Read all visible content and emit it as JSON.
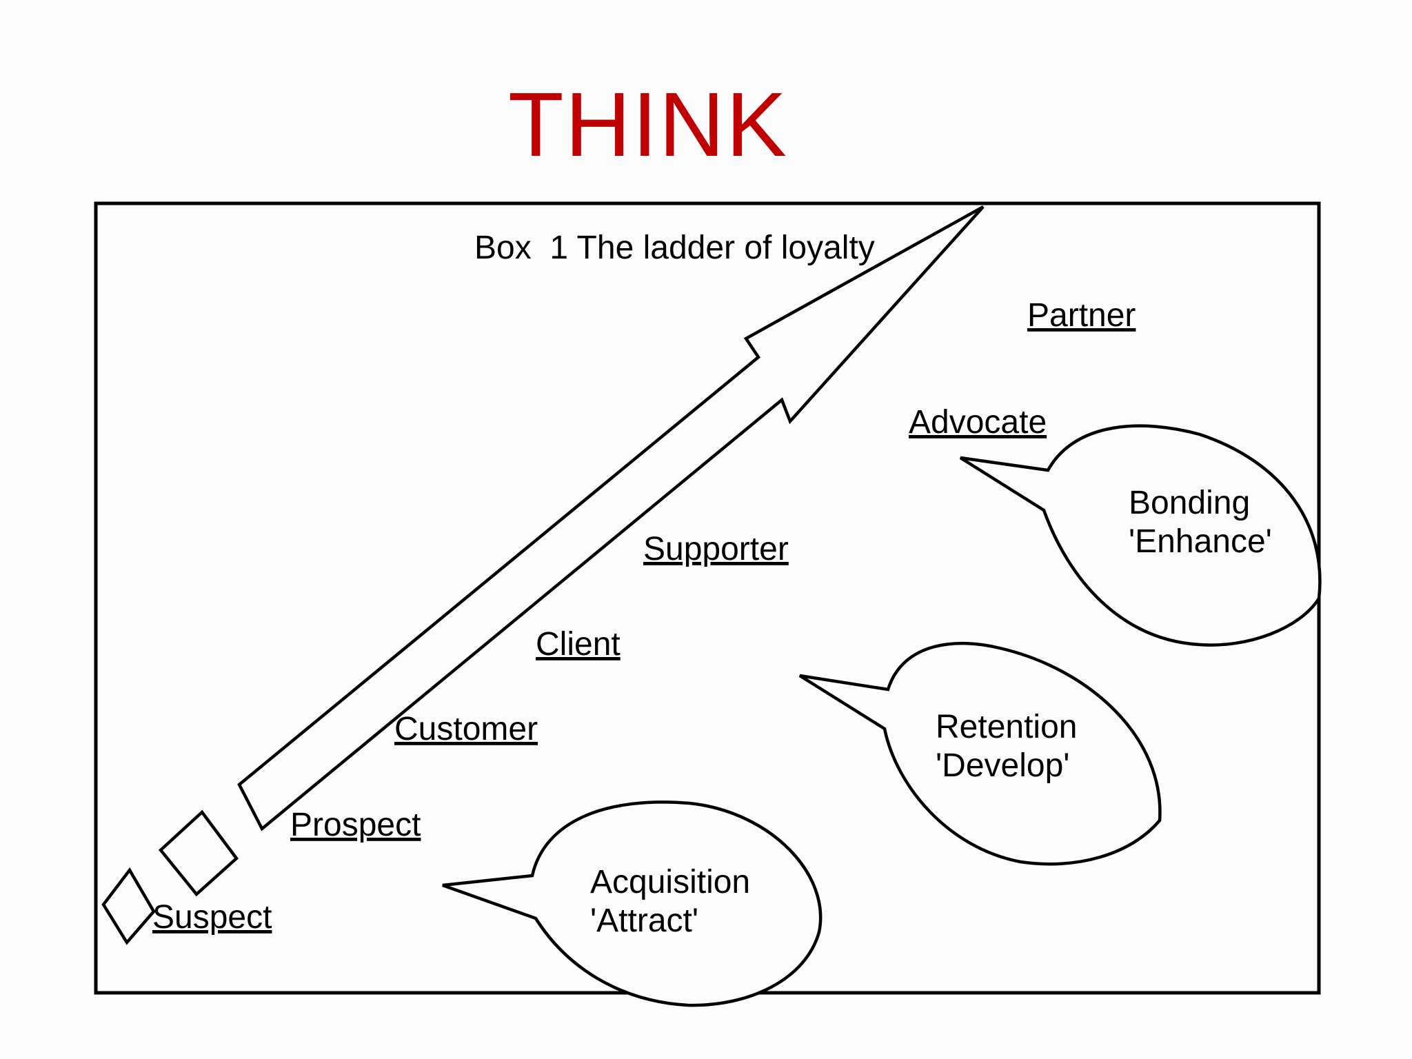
{
  "title": "THINK",
  "box_caption": "Box  1 The ladder of loyalty",
  "rungs": [
    "Suspect",
    "Prospect",
    "Customer",
    "Client",
    "Supporter",
    "Advocate",
    "Partner"
  ],
  "bubbles": [
    {
      "line1": "Acquisition",
      "line2": "'Attract'"
    },
    {
      "line1": "Retention",
      "line2": "'Develop'"
    },
    {
      "line1": "Bonding",
      "line2": "'Enhance'"
    }
  ],
  "colors": {
    "title": "#c00000",
    "ink": "#000000",
    "background": "#fcfcfd"
  }
}
